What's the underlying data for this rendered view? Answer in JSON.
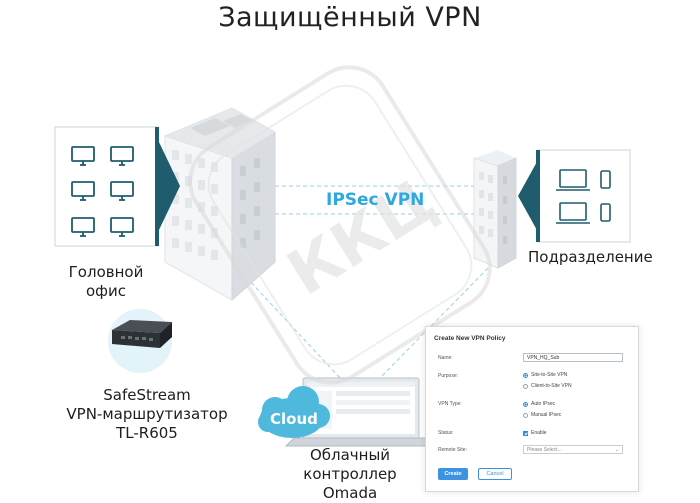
{
  "title": "Защищённый VPN",
  "tunnel": {
    "label": "IPSec VPN"
  },
  "nodes": {
    "hq": {
      "line1": "Головной",
      "line2": "офис"
    },
    "branch": {
      "label": "Подразделение"
    },
    "router": {
      "line1": "SafeStream",
      "line2": "VPN-маршрутизатор",
      "line3": "TL-R605"
    },
    "controller": {
      "line1": "Облачный",
      "line2": "контроллер",
      "line3": "Omada",
      "cloud": "Cloud"
    }
  },
  "watermark": "ККЦ",
  "policy_form": {
    "title": "Create New VPN Policy",
    "name_label": "Name:",
    "name_value": "VPN_HQ_Sub",
    "purpose_label": "Purpose:",
    "purpose_options": [
      "Site-to-Site VPN",
      "Client-to-Site VPN"
    ],
    "vpn_type_label": "VPN Type:",
    "vpn_type_options": [
      "Auto IPsec",
      "Manual IPsec"
    ],
    "status_label": "Status:",
    "status_value": "Enable",
    "remote_site_label": "Remote Site:",
    "remote_site_placeholder": "Please Select...",
    "create_label": "Create",
    "cancel_label": "Cancel"
  },
  "colors": {
    "accent": "#2ea8df",
    "panel_teal": "#1f5c6e",
    "cloud": "#4fb8dd",
    "button": "#3d93e0"
  }
}
